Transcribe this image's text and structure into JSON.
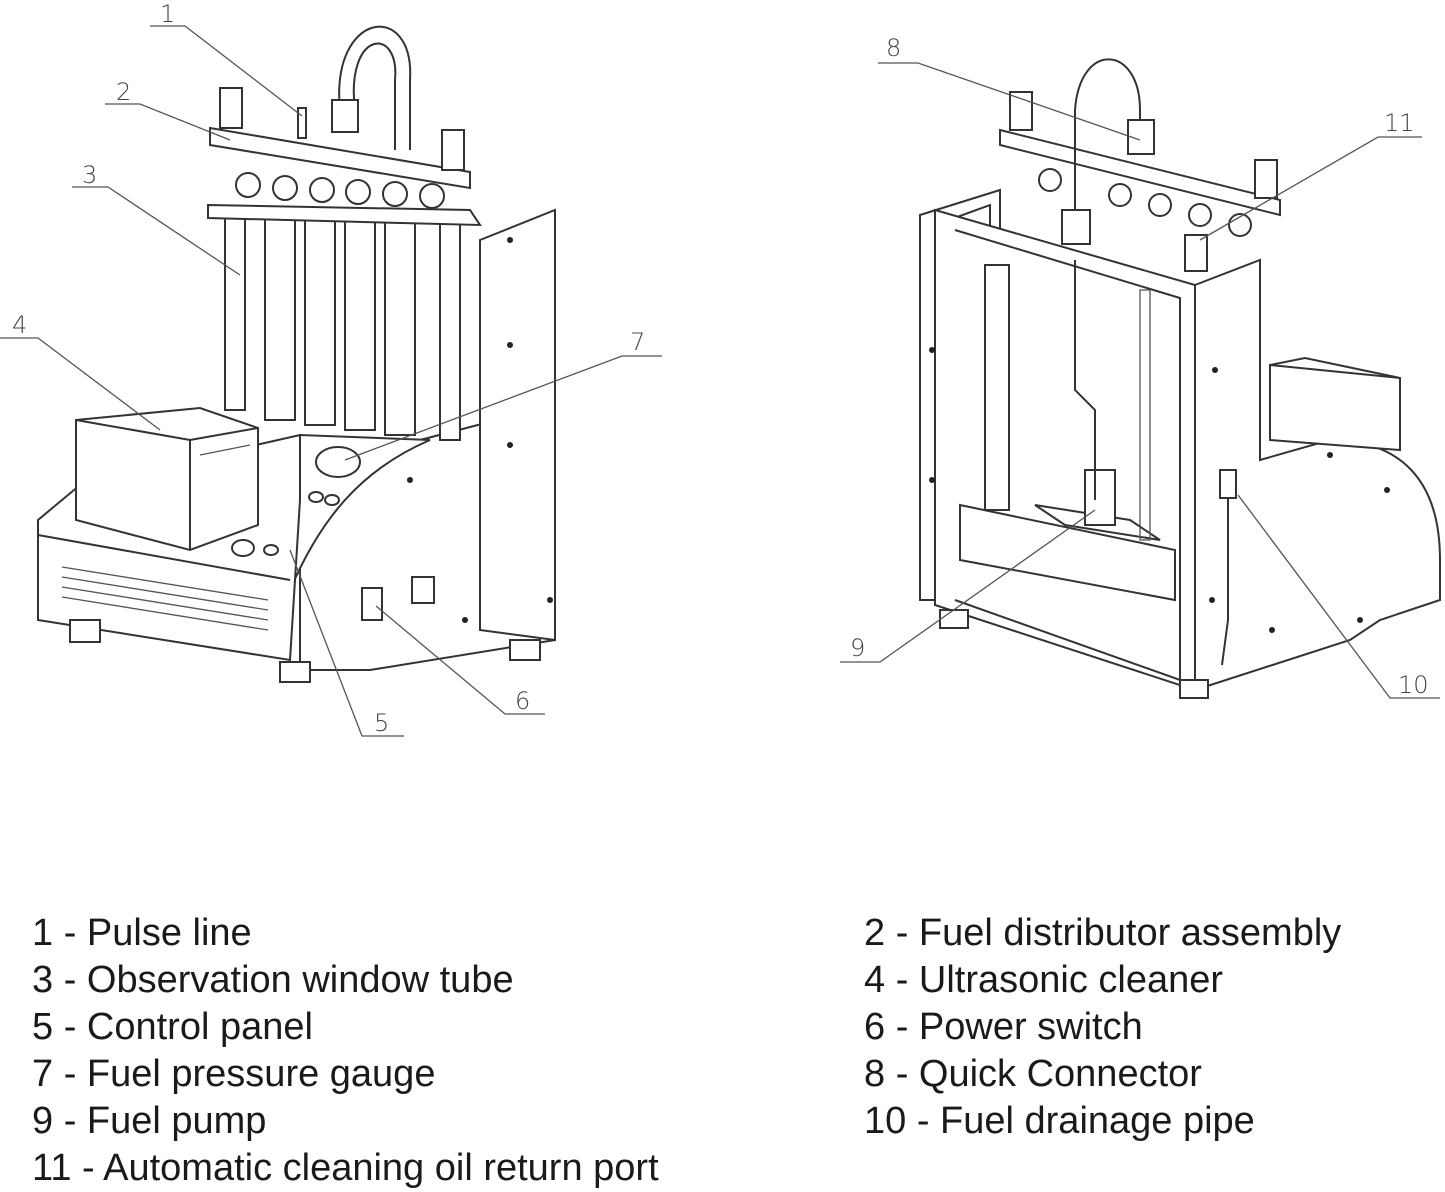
{
  "callouts": {
    "c1": "1",
    "c2": "2",
    "c3": "3",
    "c4": "4",
    "c5": "5",
    "c6": "6",
    "c7": "7",
    "c8": "8",
    "c9": "9",
    "c10": "10",
    "c11": "11"
  },
  "legend": {
    "left": [
      "1 - Pulse line",
      "3 - Observation window tube",
      "5 - Control panel",
      "7 - Fuel pressure gauge",
      "9 - Fuel pump",
      "11 - Automatic cleaning oil return port"
    ],
    "right": [
      "2 - Fuel distributor assembly",
      "4 - Ultrasonic cleaner",
      "6 - Power switch",
      "8 - Quick Connector",
      "10 - Fuel drainage pipe"
    ]
  }
}
